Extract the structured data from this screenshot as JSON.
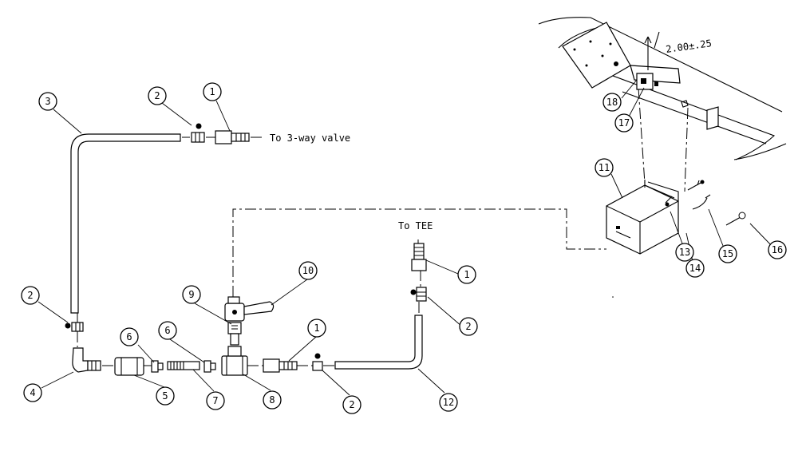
{
  "labels": {
    "to_3way_valve": "To 3-way valve",
    "to_tee": "To TEE",
    "dimension": "2.00±.25"
  },
  "callouts": {
    "c1a": "1",
    "c1b": "1",
    "c1c": "1",
    "c2a": "2",
    "c2b": "2",
    "c2c": "2",
    "c2d": "2",
    "c3": "3",
    "c4": "4",
    "c5": "5",
    "c6a": "6",
    "c6b": "6",
    "c7": "7",
    "c8": "8",
    "c9": "9",
    "c10": "10",
    "c11": "11",
    "c12": "12",
    "c13": "13",
    "c14": "14",
    "c15": "15",
    "c16": "16",
    "c17": "17",
    "c18": "18"
  }
}
